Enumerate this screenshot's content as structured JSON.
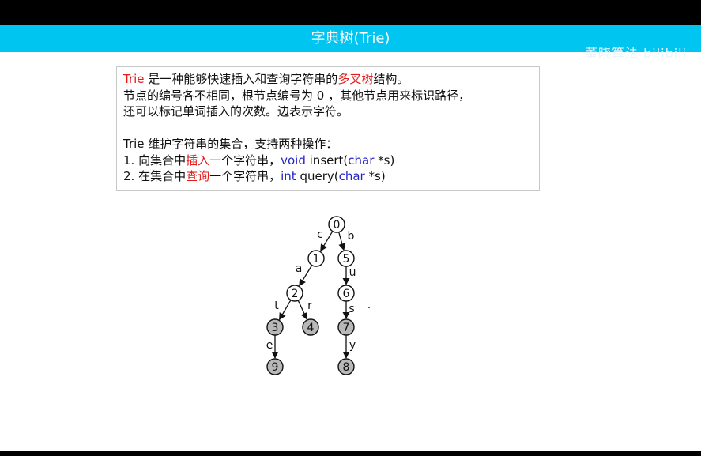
{
  "title": "字典树(Trie)",
  "watermark": "董晓算法 bilibili",
  "lines": [
    [
      {
        "t": "Trie",
        "c": "red"
      },
      {
        "t": " 是一种能够快速插入和查询字符串的"
      },
      {
        "t": "多叉树",
        "c": "red"
      },
      {
        "t": "结构。"
      }
    ],
    [
      {
        "t": "节点的编号各不相同，根节点编号为 0 ，其他节点用来标识路径，"
      }
    ],
    [
      {
        "t": "还可以标记单词插入的次数。边表示字符。"
      }
    ],
    [
      {
        "t": " "
      }
    ],
    [
      {
        "t": "Trie 维护字符串的集合，支持两种操作："
      }
    ],
    [
      {
        "t": "1.   向集合中"
      },
      {
        "t": "插入",
        "c": "red"
      },
      {
        "t": "一个字符串，"
      },
      {
        "t": "void",
        "c": "blue"
      },
      {
        "t": " insert("
      },
      {
        "t": "char",
        "c": "blue"
      },
      {
        "t": " *s)"
      }
    ],
    [
      {
        "t": "2.   在集合中"
      },
      {
        "t": "查询",
        "c": "red"
      },
      {
        "t": "一个字符串，"
      },
      {
        "t": "int",
        "c": "blue"
      },
      {
        "t": " query("
      },
      {
        "t": "char",
        "c": "blue"
      },
      {
        "t": " *s)"
      }
    ]
  ],
  "tree": {
    "nodes": [
      {
        "id": "0",
        "marked": false
      },
      {
        "id": "1",
        "marked": false
      },
      {
        "id": "5",
        "marked": false
      },
      {
        "id": "2",
        "marked": false
      },
      {
        "id": "6",
        "marked": false
      },
      {
        "id": "3",
        "marked": true
      },
      {
        "id": "4",
        "marked": true
      },
      {
        "id": "7",
        "marked": true
      },
      {
        "id": "9",
        "marked": true
      },
      {
        "id": "8",
        "marked": true
      }
    ],
    "edges": [
      {
        "from": "0",
        "to": "1",
        "label": "c"
      },
      {
        "from": "0",
        "to": "5",
        "label": "b"
      },
      {
        "from": "1",
        "to": "2",
        "label": "a"
      },
      {
        "from": "5",
        "to": "6",
        "label": "u"
      },
      {
        "from": "2",
        "to": "3",
        "label": "t"
      },
      {
        "from": "2",
        "to": "4",
        "label": "r"
      },
      {
        "from": "6",
        "to": "7",
        "label": "s"
      },
      {
        "from": "3",
        "to": "9",
        "label": "e"
      },
      {
        "from": "7",
        "to": "8",
        "label": "y"
      }
    ]
  }
}
